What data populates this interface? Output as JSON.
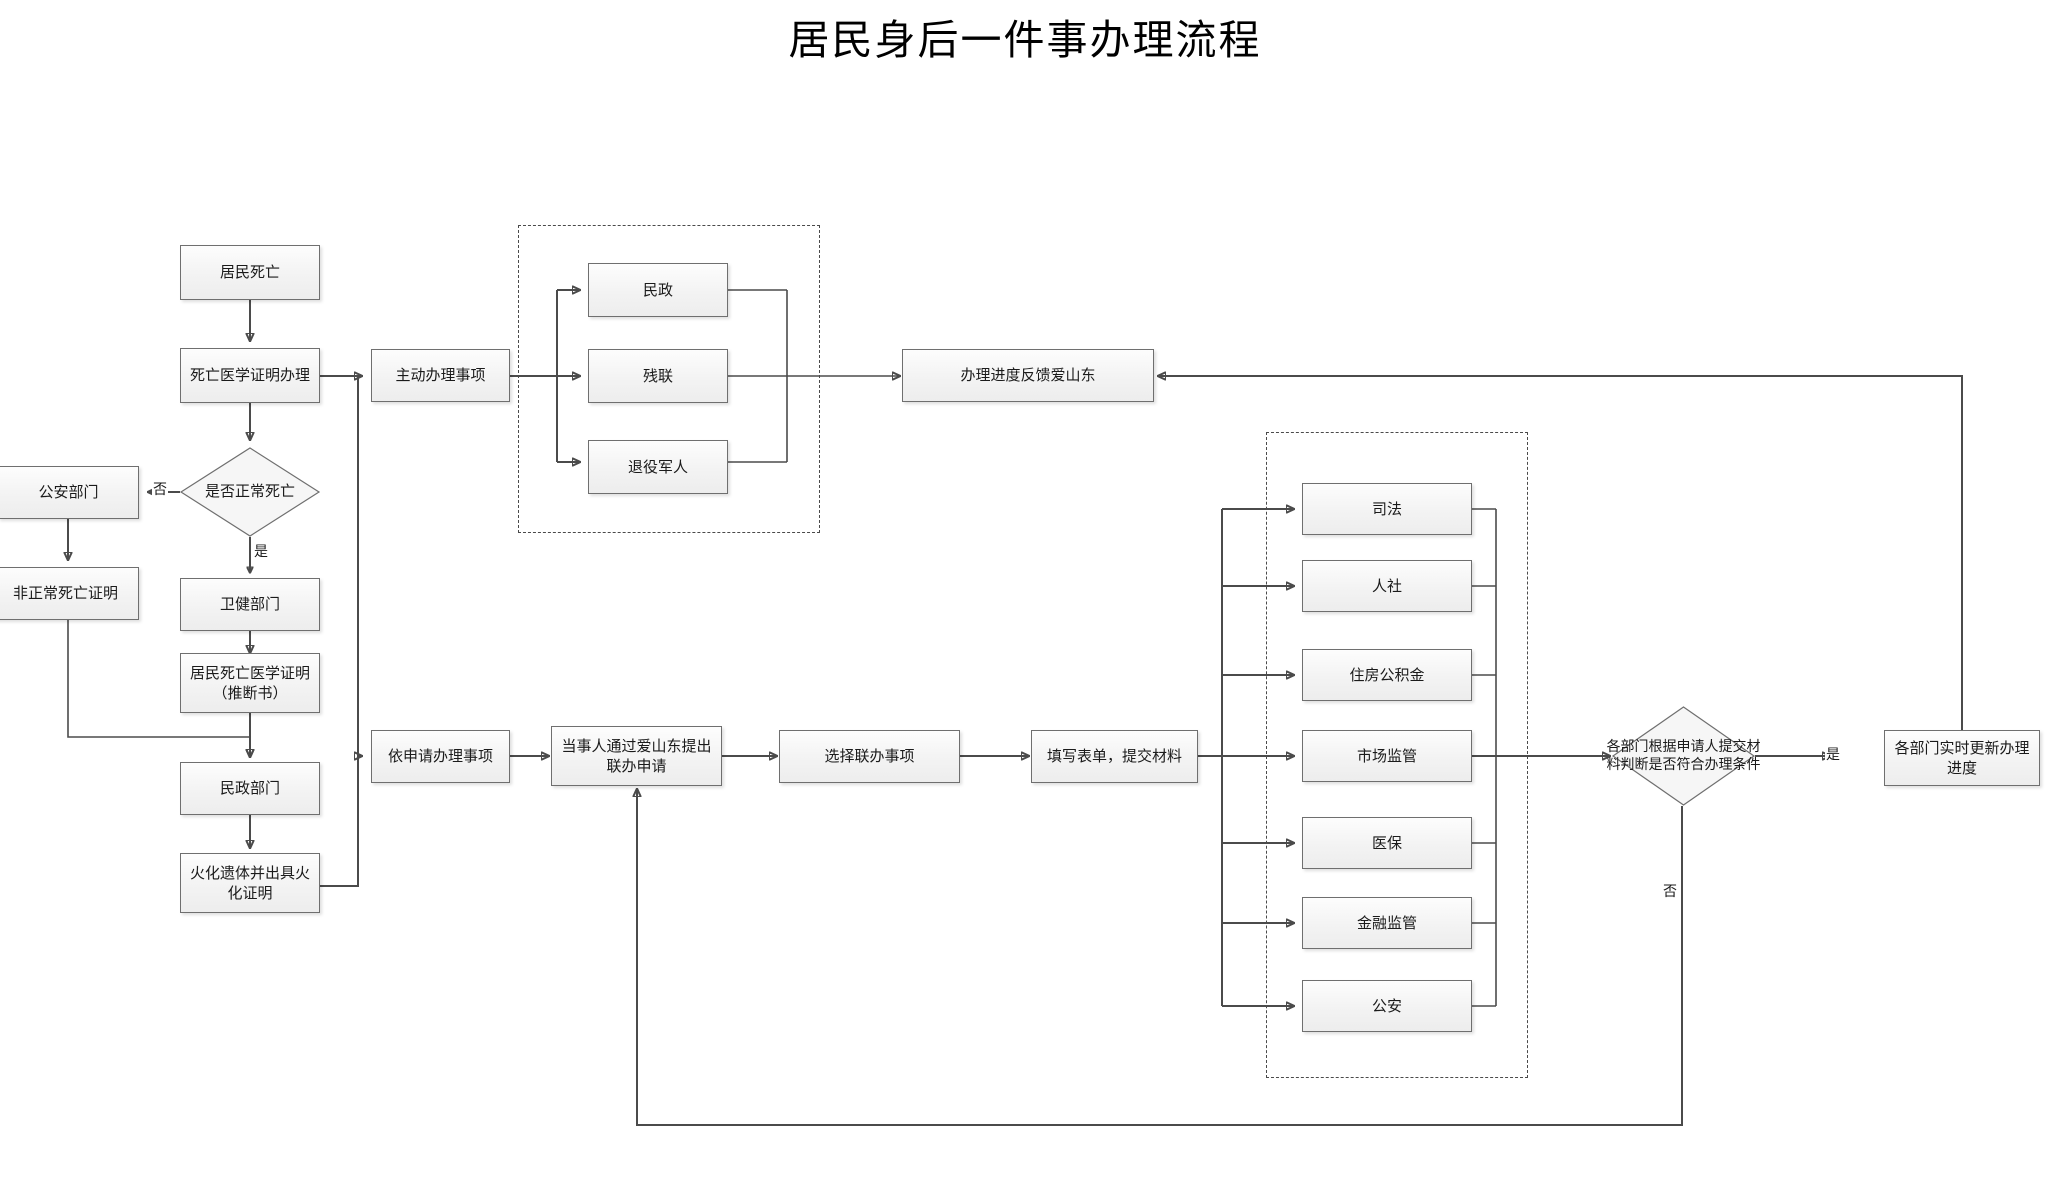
{
  "title": "居民身后一件事办理流程",
  "chart_data": {
    "type": "diagram",
    "title": "居民身后一件事办理流程",
    "nodes": [
      {
        "id": "n_death",
        "label": "居民死亡",
        "shape": "rect"
      },
      {
        "id": "n_cert",
        "label": "死亡医学证明办理",
        "shape": "rect"
      },
      {
        "id": "n_isnormal",
        "label": "是否正常死亡",
        "shape": "diamond"
      },
      {
        "id": "n_police_dept",
        "label": "公安部门",
        "shape": "rect"
      },
      {
        "id": "n_abnormal",
        "label": "非正常死亡证明",
        "shape": "rect"
      },
      {
        "id": "n_health_dept",
        "label": "卫健部门",
        "shape": "rect"
      },
      {
        "id": "n_medcert",
        "label": "居民死亡医学证明（推断书）",
        "shape": "rect"
      },
      {
        "id": "n_civil_dept",
        "label": "民政部门",
        "shape": "rect"
      },
      {
        "id": "n_cremate",
        "label": "火化遗体并出具火化证明",
        "shape": "rect"
      },
      {
        "id": "n_active",
        "label": "主动办理事项",
        "shape": "rect"
      },
      {
        "id": "n_civil",
        "label": "民政",
        "shape": "rect"
      },
      {
        "id": "n_disabled",
        "label": "残联",
        "shape": "rect"
      },
      {
        "id": "n_veteran",
        "label": "退役军人",
        "shape": "rect"
      },
      {
        "id": "n_feedback",
        "label": "办理进度反馈爱山东",
        "shape": "rect"
      },
      {
        "id": "n_apply",
        "label": "依申请办理事项",
        "shape": "rect"
      },
      {
        "id": "n_submit",
        "label": "当事人通过爱山东提出联办申请",
        "shape": "rect"
      },
      {
        "id": "n_choose",
        "label": "选择联办事项",
        "shape": "rect"
      },
      {
        "id": "n_fillform",
        "label": "填写表单，提交材料",
        "shape": "rect"
      },
      {
        "id": "n_judicial",
        "label": "司法",
        "shape": "rect"
      },
      {
        "id": "n_hrss",
        "label": "人社",
        "shape": "rect"
      },
      {
        "id": "n_housingfund",
        "label": "住房公积金",
        "shape": "rect"
      },
      {
        "id": "n_market",
        "label": "市场监管",
        "shape": "rect"
      },
      {
        "id": "n_medinsure",
        "label": "医保",
        "shape": "rect"
      },
      {
        "id": "n_finance",
        "label": "金融监管",
        "shape": "rect"
      },
      {
        "id": "n_publicsec",
        "label": "公安",
        "shape": "rect"
      },
      {
        "id": "n_decide",
        "label": "各部门根据申请人提交材料判断是否符合办理条件",
        "shape": "diamond"
      },
      {
        "id": "n_update",
        "label": "各部门实时更新办理进度",
        "shape": "rect"
      }
    ],
    "edge_labels": {
      "isnormal_no": "否",
      "isnormal_yes": "是",
      "decide_yes": "是",
      "decide_no": "否"
    },
    "groups": [
      {
        "id": "g_active",
        "style": "dashed",
        "members": [
          "n_civil",
          "n_disabled",
          "n_veteran"
        ]
      },
      {
        "id": "g_apply",
        "style": "dashed",
        "members": [
          "n_judicial",
          "n_hrss",
          "n_housingfund",
          "n_market",
          "n_medinsure",
          "n_finance",
          "n_publicsec"
        ]
      }
    ]
  },
  "flow": {
    "death": "居民死亡",
    "cert": "死亡医学证明办理",
    "is_normal_death": "是否正常死亡",
    "police_dept": "公安部门",
    "abnormal_cert": "非正常死亡证明",
    "health_dept": "卫健部门",
    "medical_cert": "居民死亡医学证明（推断书）",
    "civil_affairs_dept": "民政部门",
    "cremation": "火化遗体并出具火化证明",
    "active_items": "主动办理事项",
    "civil_affairs": "民政",
    "disabled_fed": "残联",
    "veterans": "退役军人",
    "progress_feedback": "办理进度反馈爱山东",
    "apply_items": "依申请办理事项",
    "party_submit": "当事人通过爱山东提出联办申请",
    "choose_items": "选择联办事项",
    "fill_form": "填写表单，提交材料",
    "judicial": "司法",
    "hrss": "人社",
    "housing_fund": "住房公积金",
    "market_supervision": "市场监管",
    "medical_insurance": "医保",
    "financial_supervision": "金融监管",
    "public_security": "公安",
    "decision": "各部门根据申请人提交材料判断是否符合办理条件",
    "realtime_update": "各部门实时更新办理进度"
  },
  "labels": {
    "no_1": "否",
    "yes_1": "是",
    "yes_2": "是",
    "no_2": "否"
  },
  "colors": {
    "node_border": "#6f6f6f",
    "node_fill": "#f3f3f3",
    "edge": "#4b4b4b",
    "group_border": "#4a4a4a",
    "text": "#1b1b1b",
    "background": "#ffffff"
  }
}
